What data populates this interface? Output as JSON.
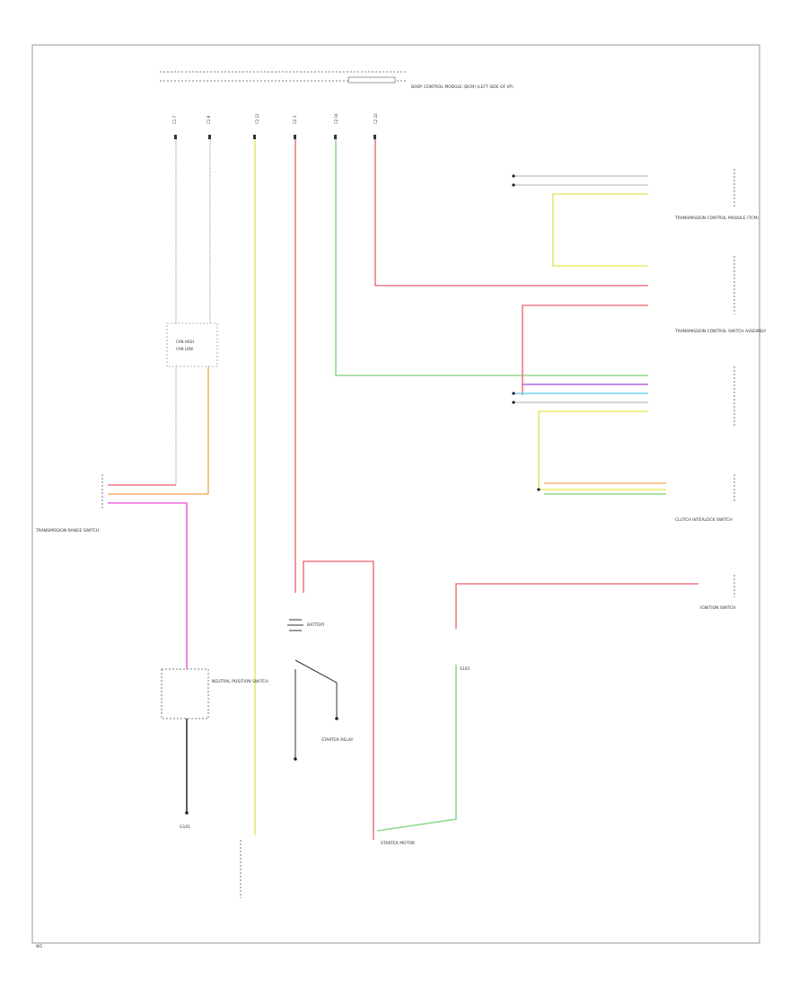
{
  "labels": {
    "body_ctrl": "BODY CONTROL MODULE (BCM) (LEFT SIDE OF I/P)",
    "trans_ctrl": "TRANSMISSION CONTROL MODULE (TCM)",
    "trans_range": "TRANSMISSION RANGE SWITCH",
    "ctrl_assembly": "TRANSMISSION CONTROL SWITCH ASSEMBLY",
    "clutch": "CLUTCH INTERLOCK SWITCH",
    "ignition": "IGNITION SWITCH",
    "starter_motor": "STARTER MOTOR",
    "battery": "BATTERY",
    "starter_relay": "STARTER RELAY",
    "neutral": "NEUTRAL POSITION SWITCH",
    "ground": "G101",
    "can_high": "CAN HIGH",
    "can_low": "CAN LOW",
    "footer": "W1",
    "splice": "S101"
  },
  "wire_colors": {
    "yellow": "#e8e86a",
    "red": "#f07a82",
    "green": "#8fd88f",
    "pink": "#ee66dd",
    "orange": "#f5b36a",
    "cyan": "#6fd3f0",
    "purple": "#b066e0",
    "grey": "#9a9a9a",
    "black": "#333333"
  }
}
